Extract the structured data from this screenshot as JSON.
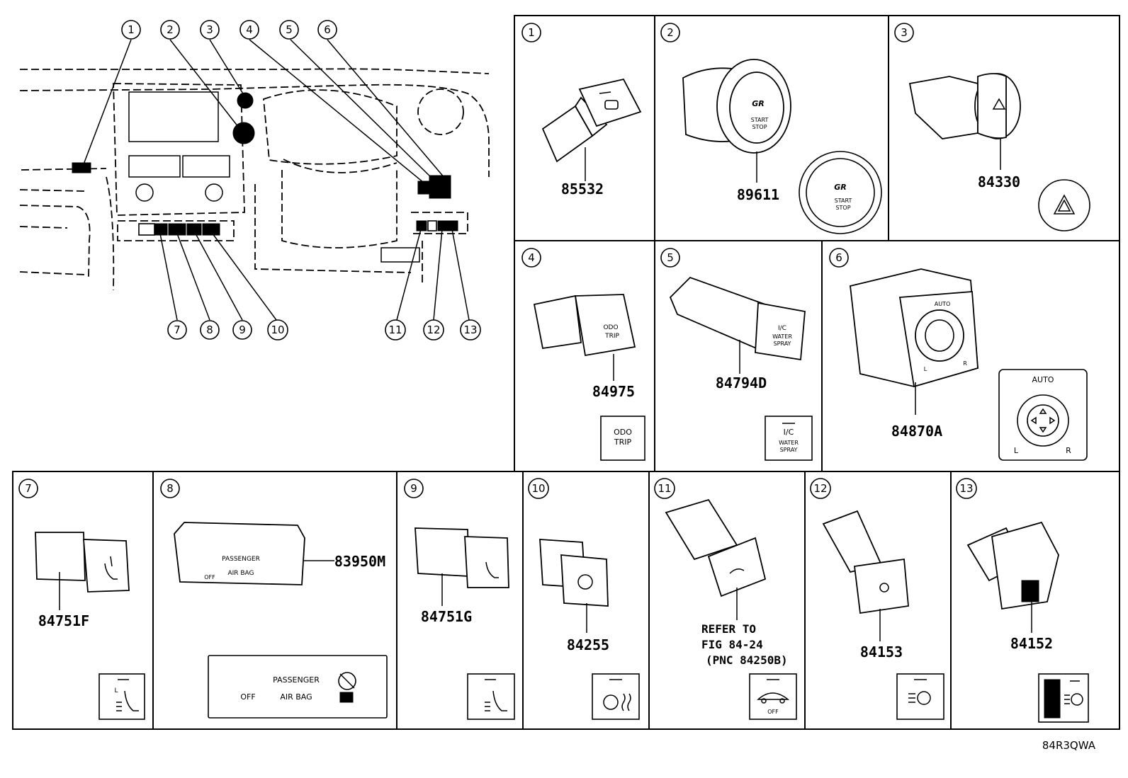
{
  "callouts": [
    "1",
    "2",
    "3",
    "4",
    "5",
    "6",
    "7",
    "8",
    "9",
    "10",
    "11",
    "12",
    "13"
  ],
  "parts": {
    "p1": "85532",
    "p2": "89611",
    "p3": "84330",
    "p4": "84975",
    "p5": "84794D",
    "p6": "84870A",
    "p7": "84751F",
    "p8": "83950M",
    "p9": "84751G",
    "p10": "84255",
    "p12": "84153",
    "p13": "84152"
  },
  "refer_note": {
    "line1": "REFER TO",
    "line2": "FIG 84-24",
    "line3": "(PNC 84250B)"
  },
  "switch_labels": {
    "odo": "ODO",
    "trip": "TRIP",
    "ic": "I/C",
    "water": "WATER",
    "spray": "SPRAY",
    "auto": "AUTO",
    "left": "L",
    "right": "R",
    "passenger": "PASSENGER",
    "airbag": "AIR BAG",
    "off": "OFF",
    "gr": "GR",
    "start": "START",
    "stop": "STOP"
  },
  "figure_code": "84R3QWA"
}
